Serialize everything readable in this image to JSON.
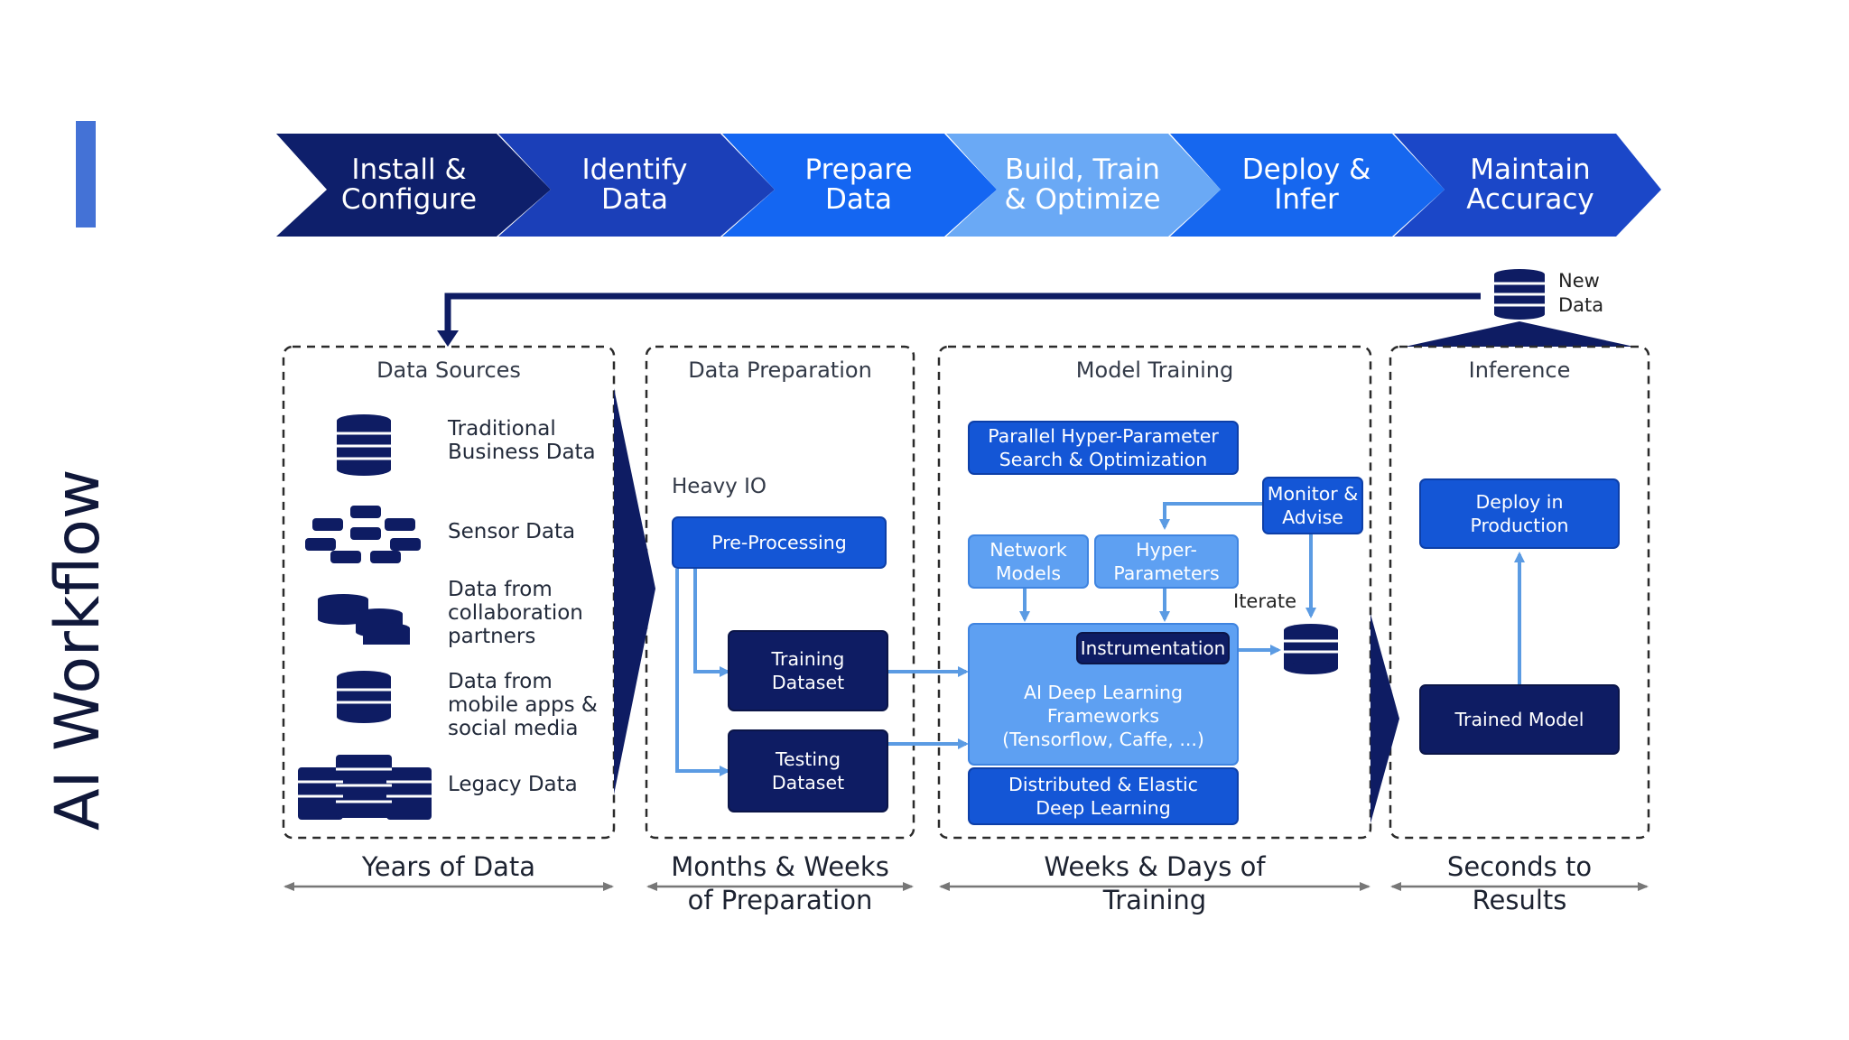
{
  "title": "AI Workflow",
  "stages": [
    {
      "line1": "Install &",
      "line2": "Configure",
      "color": "#0e1f6b"
    },
    {
      "line1": "Identify",
      "line2": "Data",
      "color": "#1b3fb8"
    },
    {
      "line1": "Prepare",
      "line2": "Data",
      "color": "#1466f2"
    },
    {
      "line1": "Build, Train",
      "line2": "& Optimize",
      "color": "#6aa9f5"
    },
    {
      "line1": "Deploy &",
      "line2": "Infer",
      "color": "#1667ef"
    },
    {
      "line1": "Maintain",
      "line2": "Accuracy",
      "color": "#1b47c8"
    }
  ],
  "new_data": {
    "line1": "New",
    "line2": "Data"
  },
  "panels": {
    "data_sources": "Data Sources",
    "data_preparation": "Data Preparation",
    "model_training": "Model Training",
    "inference": "Inference"
  },
  "sources": [
    {
      "line1": "Traditional",
      "line2": "Business Data",
      "line3": ""
    },
    {
      "line1": "Sensor Data",
      "line2": "",
      "line3": ""
    },
    {
      "line1": "Data from",
      "line2": "collaboration",
      "line3": "partners"
    },
    {
      "line1": "Data from",
      "line2": "mobile apps &",
      "line3": "social media"
    },
    {
      "line1": "Legacy Data",
      "line2": "",
      "line3": ""
    }
  ],
  "prep": {
    "heavy_io": "Heavy IO",
    "preprocessing": "Pre-Processing",
    "training_dataset": {
      "line1": "Training",
      "line2": "Dataset"
    },
    "testing_dataset": {
      "line1": "Testing",
      "line2": "Dataset"
    }
  },
  "training": {
    "parallel": {
      "line1": "Parallel Hyper-Parameter",
      "line2": "Search & Optimization"
    },
    "monitor": {
      "line1": "Monitor &",
      "line2": "Advise"
    },
    "network_models": {
      "line1": "Network",
      "line2": "Models"
    },
    "hyper_params": {
      "line1": "Hyper-",
      "line2": "Parameters"
    },
    "iterate": "Iterate",
    "instrumentation": "Instrumentation",
    "frameworks": {
      "line1": "AI Deep Learning",
      "line2": "Frameworks",
      "line3": "(Tensorflow, Caffe, ...)"
    },
    "distributed": {
      "line1": "Distributed & Elastic",
      "line2": "Deep Learning"
    }
  },
  "inference": {
    "deploy": {
      "line1": "Deploy in",
      "line2": "Production"
    },
    "trained_model": "Trained Model"
  },
  "timeline": {
    "years": {
      "line1": "Years of Data",
      "line2": ""
    },
    "months": {
      "line1": "Months & Weeks",
      "line2": "of Preparation"
    },
    "weeks": {
      "line1": "Weeks & Days of",
      "line2": "Training"
    },
    "seconds": {
      "line1": "Seconds to",
      "line2": "Results"
    }
  },
  "colors": {
    "navy": "#0e1c63",
    "blue": "#1456d6",
    "light_blue": "#5ea0f2",
    "connector": "#5b9be3",
    "accent": "#4472d6"
  }
}
